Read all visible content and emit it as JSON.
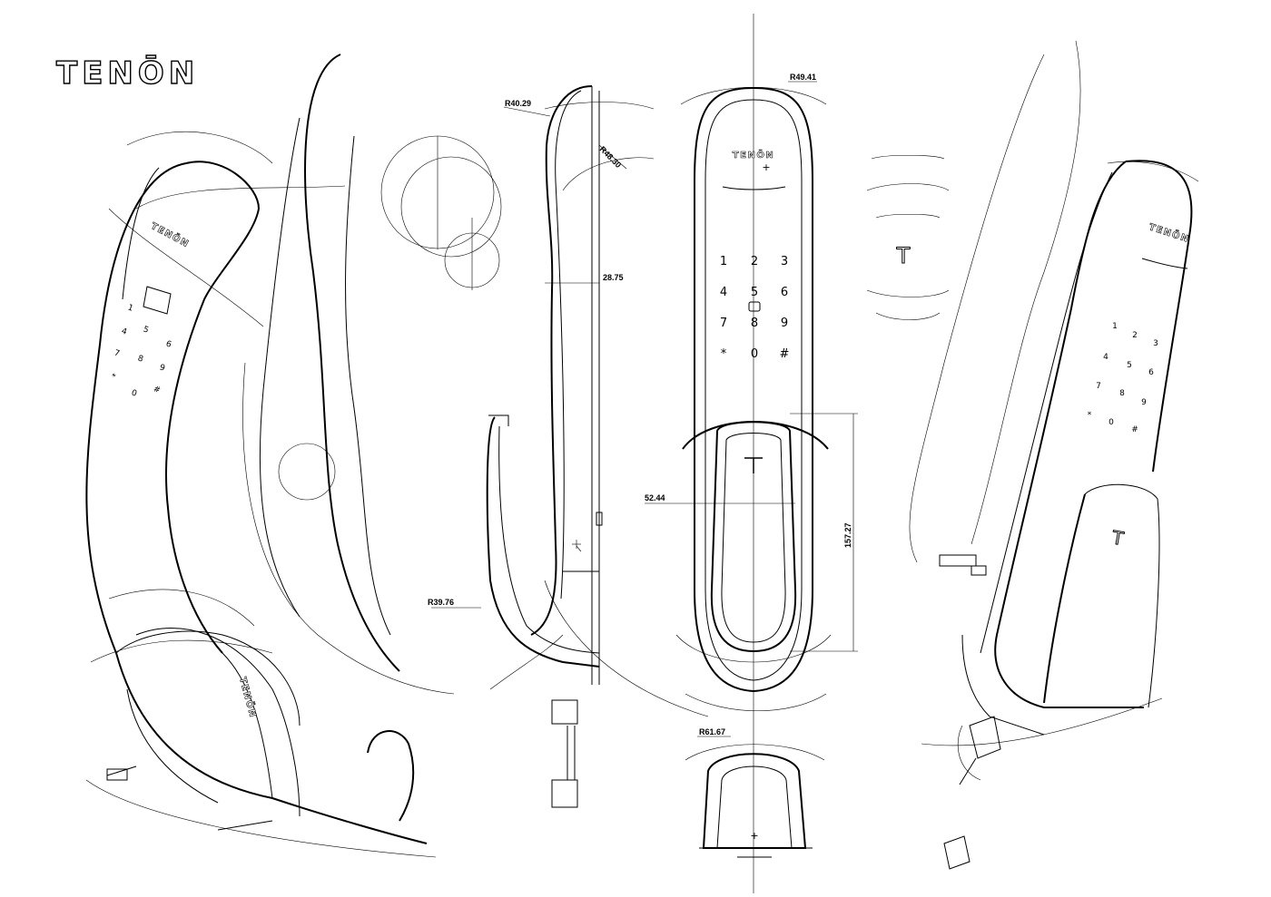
{
  "brand": {
    "logo_text": "TENŌN"
  },
  "keypad": {
    "rows": [
      [
        "1",
        "2",
        "3"
      ],
      [
        "4",
        "5",
        "6"
      ],
      [
        "7",
        "8",
        "9"
      ],
      [
        "*",
        "0",
        "#"
      ]
    ]
  },
  "handle_glyph": "T",
  "dimensions": {
    "r_top_front": "R49.41",
    "r_side_top": "R40.29",
    "r_side_inner": "R48.30",
    "width_side": "28.75",
    "r_handle_side": "R39.76",
    "handle_width": "52.44",
    "handle_length": "157.27",
    "r_bottom_view": "R61.67"
  },
  "colors": {
    "line": "#000000",
    "background": "#ffffff"
  }
}
